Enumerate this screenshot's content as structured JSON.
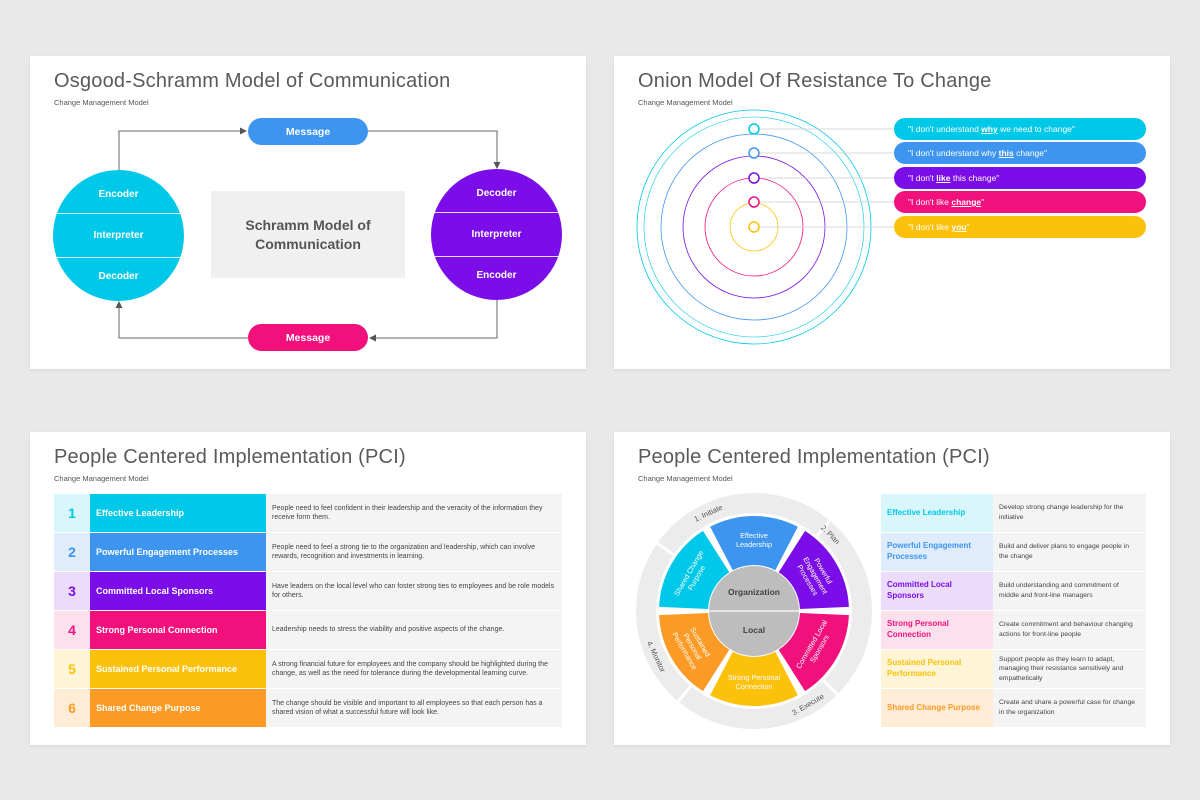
{
  "colors": {
    "cyan": "#00c8e8",
    "blue": "#3d95f0",
    "purple": "#7b0de8",
    "magenta": "#f2117c",
    "yellow": "#fcc10a",
    "orange": "#fb9a24",
    "grey": "#f0f0f0"
  },
  "slide1": {
    "title": "Osgood-Schramm Model of Communication",
    "subtitle": "Change Management Model",
    "top_message": "Message",
    "bottom_message": "Message",
    "center_text": "Schramm Model of Communication",
    "left_circle": [
      "Encoder",
      "Interpreter",
      "Decoder"
    ],
    "right_circle": [
      "Decoder",
      "Interpreter",
      "Encoder"
    ]
  },
  "slide2": {
    "title": "Onion Model Of Resistance To Change",
    "subtitle": "Change Management Model",
    "quotes": [
      {
        "pre": "\"I don't understand ",
        "key": "why",
        "post": " we need to change\"",
        "color": "#00c8e8"
      },
      {
        "pre": "\"I don't understand why ",
        "key": "this",
        "post": " change\"",
        "color": "#3d95f0"
      },
      {
        "pre": "\"I don't ",
        "key": "like",
        "post": " this change\"",
        "color": "#7b0de8"
      },
      {
        "pre": "\"I don't like ",
        "key": "change",
        "post": "\"",
        "color": "#f2117c"
      },
      {
        "pre": "\"I don't like ",
        "key": "you",
        "post": "\"",
        "color": "#fcc10a"
      }
    ]
  },
  "slide3": {
    "title": "People Centered Implementation (PCI)",
    "subtitle": "Change Management Model",
    "rows": [
      {
        "num": "1",
        "label": "Effective Leadership",
        "desc": "People need to feel confident in their leadership and the veracity of the information they receive form them.",
        "color": "#00c8e8",
        "light": "#d9f6fb"
      },
      {
        "num": "2",
        "label": "Powerful Engagement Processes",
        "desc": "People need to feel a strong tie to the organization and leadership, which can involve rewards, recognition and investments in learning.",
        "color": "#3d95f0",
        "light": "#dfecfc"
      },
      {
        "num": "3",
        "label": "Committed Local Sponsors",
        "desc": "Have leaders on the local level who can foster strong ties to employees and be role models for others.",
        "color": "#7b0de8",
        "light": "#ebdcfb"
      },
      {
        "num": "4",
        "label": "Strong Personal Connection",
        "desc": "Leadership needs to stress the viability and positive aspects of the change.",
        "color": "#f2117c",
        "light": "#fde0ee"
      },
      {
        "num": "5",
        "label": "Sustained Personal Performance",
        "desc": "A strong financial future for employees and the company should be highlighted during the change, as well as the need for tolerance during the developmental learning curve.",
        "color": "#fcc10a",
        "light": "#fef4d6"
      },
      {
        "num": "6",
        "label": "Shared Change Purpose",
        "desc": "The change should be visible and important to all employees so that each person has a shared vision of what a successful future will look like.",
        "color": "#fb9a24",
        "light": "#feecd7"
      }
    ]
  },
  "slide4": {
    "title": "People Centered Implementation (PCI)",
    "subtitle": "Change Management Model",
    "wheel": {
      "center_top": "Organization",
      "center_bottom": "Local",
      "segments": [
        {
          "lines": [
            "Effective",
            "Leadership"
          ],
          "color": "#3d95f0"
        },
        {
          "lines": [
            "Powerful",
            "Engagement",
            "Processes"
          ],
          "color": "#7b0de8"
        },
        {
          "lines": [
            "Committed Local",
            "Sponsors"
          ],
          "color": "#f2117c"
        },
        {
          "lines": [
            "Strong Personal",
            "Connection"
          ],
          "color": "#fcc10a"
        },
        {
          "lines": [
            "Sustained",
            "Personal",
            "Performance"
          ],
          "color": "#fb9a24"
        },
        {
          "lines": [
            "Shared Change",
            "Purpose"
          ],
          "color": "#00c8e8"
        }
      ],
      "phases": [
        "1. Initiate",
        "2. Plan",
        "3. Execute",
        "4. Monitor"
      ]
    },
    "rows": [
      {
        "label": "Effective Leadership",
        "desc": "Develop strong change leadership for the initiative",
        "color": "#00c8e8",
        "light": "#d9f6fb"
      },
      {
        "label": "Powerful  Engagement Processes",
        "desc": "Build and deliver plans to engage people in the change",
        "color": "#3d95f0",
        "light": "#dfecfc"
      },
      {
        "label": "Committed Local Sponsors",
        "desc": "Build understanding and commitment of middle and front-line managers",
        "color": "#7b0de8",
        "light": "#ebdcfb"
      },
      {
        "label": "Strong Personal Connection",
        "desc": "Create commitment and behaviour changing actions for front-line people",
        "color": "#f2117c",
        "light": "#fde0ee"
      },
      {
        "label": "Sustained Personal Performance",
        "desc": "Support people as they learn to adapt, managing their resistance sensitively and empathetically",
        "color": "#fcc10a",
        "light": "#fef4d6"
      },
      {
        "label": "Shared Change Purpose",
        "desc": "Create and share a powerful case for change in the organization",
        "color": "#fb9a24",
        "light": "#feecd7"
      }
    ]
  }
}
